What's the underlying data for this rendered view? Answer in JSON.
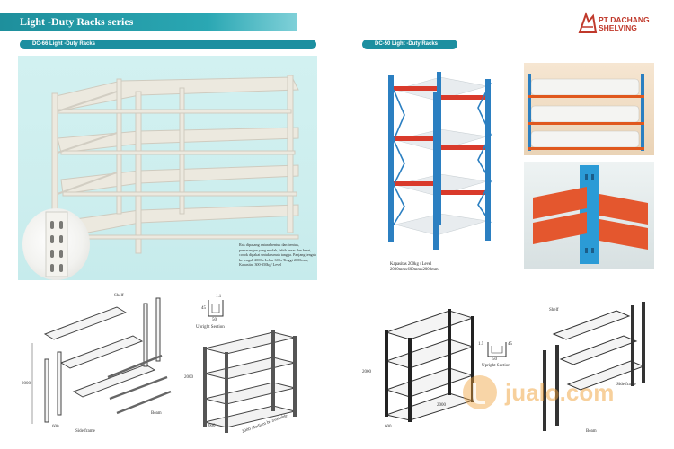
{
  "header": {
    "title": "Light -Duty Racks series"
  },
  "brand": {
    "line1": "PT DACHANG",
    "line2": "SHELVING",
    "color": "#c0392b"
  },
  "left_product": {
    "tag": "DC-66 Light -Duty Racks",
    "description": "Rak dipasang antara bentuk dan bentuk, pemasangan yang mudah, lebih besar dan berat, cocok dipakai untuk rumah tangga. Panjang tengah ke tengah 2000x Lebar 600x Tinggi 2000mm, Kapasitas 300-350kg/ Level"
  },
  "right_product": {
    "tag": "DC-50 Light -Duty Racks",
    "capacity": "Kapasitas 200kg / Level",
    "size": "2000mmx600mmx2000mm"
  },
  "drawings": {
    "shelf": "Shelf",
    "beam": "Beam",
    "side_frame": "Side frame",
    "upright_section": "Upright Section",
    "dim_2000": "2000",
    "dim_600": "600",
    "dim_2000_medium": "2000  Medium be available",
    "sec_45": "45",
    "sec_11": "1.1",
    "sec_50": "50",
    "sec_r_15": "1.5",
    "sec_r_45": "45",
    "sec_r_50": "50"
  },
  "watermark": {
    "text": "jualo.com"
  },
  "colors": {
    "accent": "#1e8f9c",
    "rack_blue": "#2b7fc1",
    "rack_red": "#d93a2b",
    "rack_cream": "#e9e6dc"
  }
}
